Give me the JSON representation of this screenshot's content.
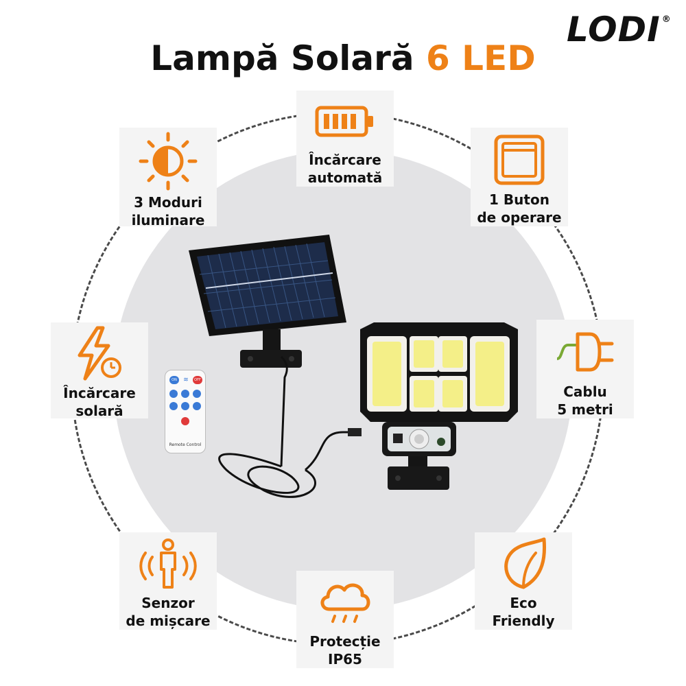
{
  "brand": {
    "name": "LODI",
    "registered": "®"
  },
  "title": {
    "main": "Lampă Solară",
    "accent": "6 LED"
  },
  "colors": {
    "accent": "#ee8117",
    "panel_bg": "#f4f4f4",
    "disc_bg": "#e3e3e5",
    "text": "#111111"
  },
  "features": {
    "charging_auto": {
      "icon": "battery-icon",
      "lines": [
        "Încărcare",
        "automată"
      ]
    },
    "modes": {
      "icon": "sun-half-icon",
      "lines": [
        "3 Moduri",
        "iluminare"
      ]
    },
    "button": {
      "icon": "button-icon",
      "lines": [
        "1 Buton",
        "de operare"
      ]
    },
    "solar": {
      "icon": "lightning-clock-icon",
      "lines": [
        "Încărcare",
        "solară"
      ]
    },
    "cable": {
      "icon": "plug-icon",
      "lines": [
        "Cablu",
        "5 metri"
      ]
    },
    "sensor": {
      "icon": "motion-person-icon",
      "lines": [
        "Senzor",
        "de mișcare"
      ]
    },
    "protection": {
      "icon": "rain-cloud-icon",
      "lines": [
        "Protecție",
        "IP65"
      ]
    },
    "eco": {
      "icon": "leaf-icon",
      "lines": [
        "Eco",
        "Friendly"
      ]
    }
  },
  "remote": {
    "on": "ON",
    "off": "OFF",
    "caption": "Remote Control"
  }
}
